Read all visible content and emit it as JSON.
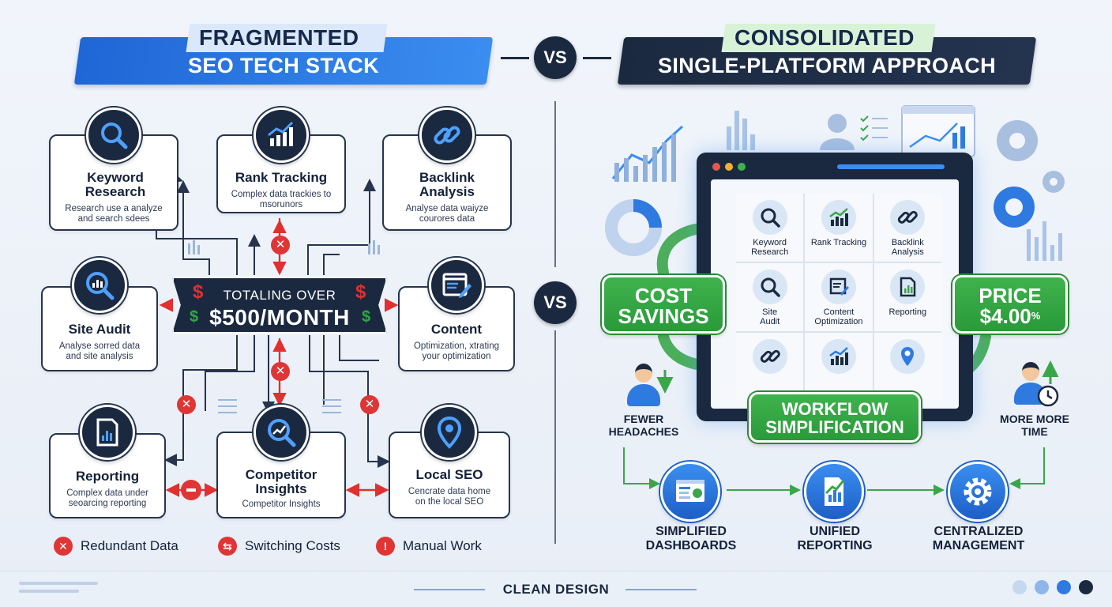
{
  "header": {
    "left_tag": "FRAGMENTED",
    "left_title": "SEO TECH STACK",
    "right_tag": "CONSOLIDATED",
    "right_title": "SINGLE-PLATFORM APPROACH",
    "vs": "VS"
  },
  "left": {
    "cards": [
      {
        "title": "Keyword Research",
        "desc": "Research use a analyze and search sdees"
      },
      {
        "title": "Rank Tracking",
        "desc": "Complex data trackies to msorunors"
      },
      {
        "title": "Backlink Analysis",
        "desc": "Analyse data waiyze courores data"
      },
      {
        "title": "Site Audit",
        "desc": "Analyse sorred data and site analysis"
      },
      {
        "title": "Content",
        "desc": "Optimization, xtrating your optimization"
      },
      {
        "title": "Reporting",
        "desc": "Complex data under seoarcing reporting"
      },
      {
        "title": "Competitor Insights",
        "desc": "Competitor Insights"
      },
      {
        "title": "Local SEO",
        "desc": "Cencrate data home on the local SEO"
      }
    ],
    "total_line1": "TOTALING OVER",
    "total_line2": "$500/MONTH",
    "dollar": "$",
    "x_mark": "✕",
    "legend": [
      {
        "icon": "✕",
        "label": "Redundant Data"
      },
      {
        "icon": "⇆",
        "label": "Switching Costs"
      },
      {
        "icon": "!",
        "label": "Manual Work"
      }
    ]
  },
  "right": {
    "tiles": [
      {
        "label": "Keyword Research",
        "icon": "search-icon"
      },
      {
        "label": "Rank Tracking",
        "icon": "chart-icon"
      },
      {
        "label": "Backlink Analysis",
        "icon": "link-icon"
      },
      {
        "label": "Site Audit",
        "icon": "search-icon"
      },
      {
        "label": "Content Optimization",
        "icon": "document-edit-icon"
      },
      {
        "label": "Reporting",
        "icon": "report-icon"
      },
      {
        "label": "",
        "icon": "link-icon"
      },
      {
        "label": "",
        "icon": "chart-icon"
      },
      {
        "label": "",
        "icon": "location-pin-icon"
      }
    ],
    "cost_savings": "COST SAVINGS",
    "price_label": "PRICE",
    "price_value": "$4.00",
    "price_pct": "%",
    "workflow": "WORKFLOW SIMPLIFICATION",
    "fewer_headaches": "FEWER HEADACHES",
    "more_time": "MORE MORE TIME",
    "bottom": [
      {
        "label": "SIMPLIFIED DASHBOARDS"
      },
      {
        "label": "UNIFIED REPORTING"
      },
      {
        "label": "CENTRALIZED MANAGEMENT"
      }
    ]
  },
  "footer": {
    "label": "CLEAN DESIGN"
  },
  "colors": {
    "navy": "#1b2940",
    "blue": "#2f7ae0",
    "green": "#2a9a3a",
    "red": "#e03535"
  }
}
